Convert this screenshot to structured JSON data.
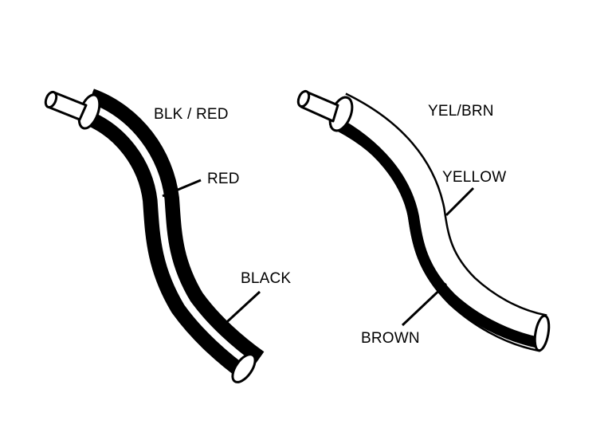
{
  "diagram": {
    "colors": {
      "ink": "#000000",
      "paper": "#ffffff"
    },
    "wire_left": {
      "title": "BLK / RED",
      "stripe_label": "RED",
      "base_label": "BLACK"
    },
    "wire_right": {
      "title": "YEL/BRN",
      "stripe_label": "YELLOW",
      "base_label": "BROWN"
    }
  }
}
